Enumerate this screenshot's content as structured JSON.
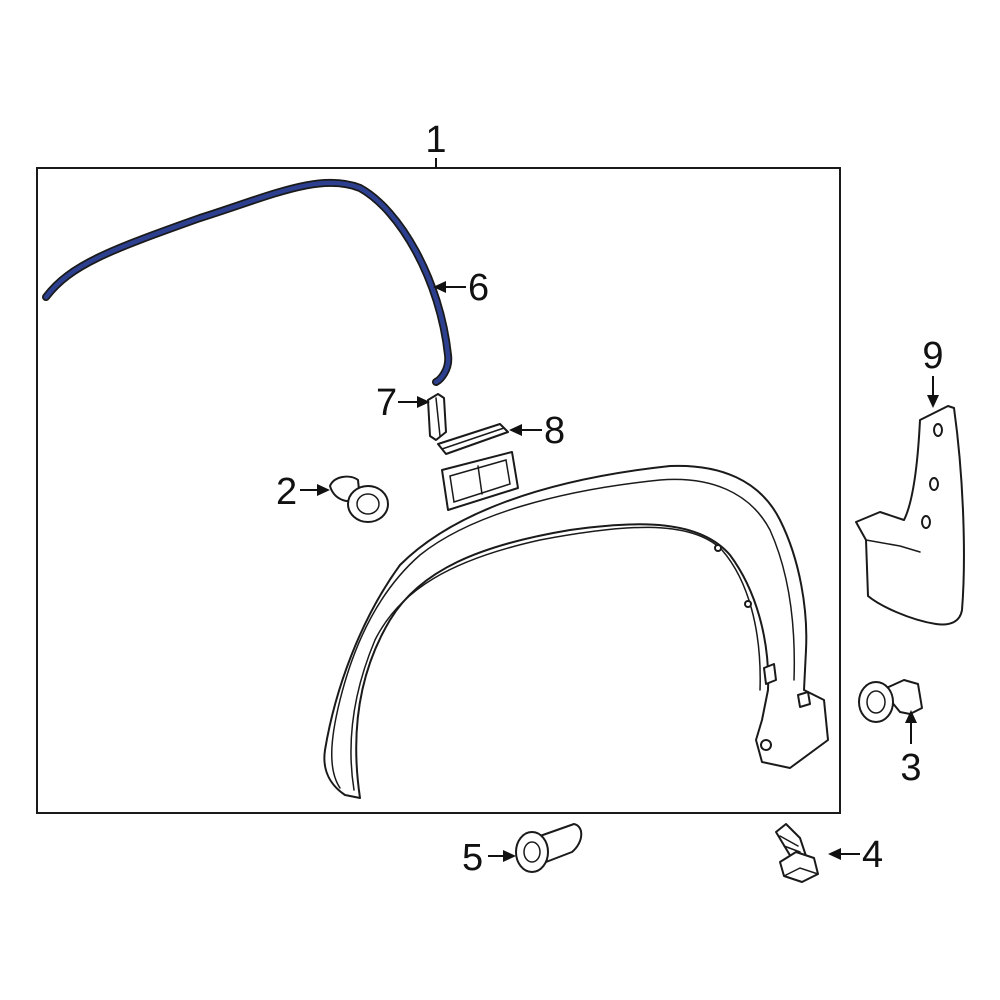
{
  "diagram": {
    "callouts": [
      {
        "id": "1",
        "label": "1"
      },
      {
        "id": "2",
        "label": "2"
      },
      {
        "id": "3",
        "label": "3"
      },
      {
        "id": "4",
        "label": "4"
      },
      {
        "id": "5",
        "label": "5"
      },
      {
        "id": "6",
        "label": "6"
      },
      {
        "id": "7",
        "label": "7"
      },
      {
        "id": "8",
        "label": "8"
      },
      {
        "id": "9",
        "label": "9"
      }
    ],
    "colors": {
      "line": "#1a1a1a",
      "highlight": "#2d3f8f",
      "background": "#ffffff"
    }
  }
}
